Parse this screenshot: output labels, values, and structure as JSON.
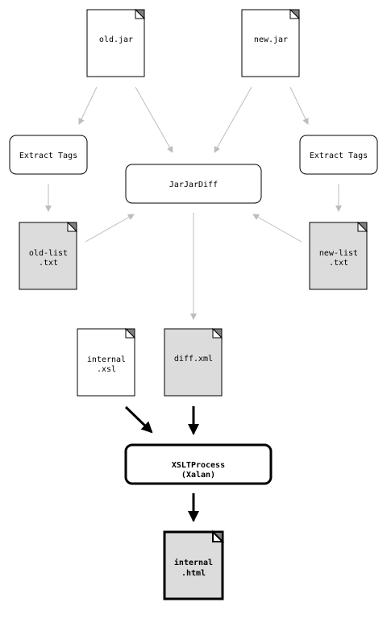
{
  "files": {
    "old_jar": "old.jar",
    "new_jar": "new.jar",
    "old_list": [
      "old-list",
      ".txt"
    ],
    "new_list": [
      "new-list",
      ".txt"
    ],
    "internal_xsl": [
      "internal",
      ".xsl"
    ],
    "diff_xml": "diff.xml",
    "internal_html": [
      "internal",
      ".html"
    ]
  },
  "processes": {
    "extract_left": "Extract Tags",
    "extract_right": "Extract Tags",
    "jarjardiff": "JarJarDiff",
    "xsltprocess": [
      "XSLTProcess",
      "(Xalan)"
    ]
  },
  "colors": {
    "doc_white": "#ffffff",
    "doc_gray": "#dcdcdc",
    "arrow_light": "#bdbdbd",
    "arrow_dark": "#000000",
    "corner_fill": "#808080"
  }
}
